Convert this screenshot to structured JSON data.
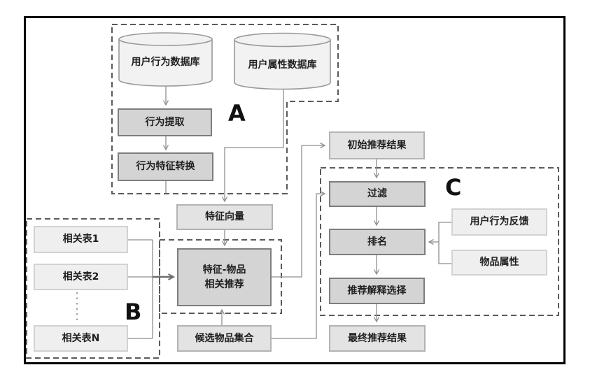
{
  "diagram": {
    "group_labels": {
      "a": "A",
      "b": "B",
      "c": "C"
    },
    "nodes": {
      "user_behavior_db": "用户行为数据库",
      "user_attribute_db": "用户属性数据库",
      "behavior_extraction": "行为提取",
      "behavior_feature_conversion": "行为特征转换",
      "feature_vector": "特征向量",
      "initial_recommendation_result": "初始推荐结果",
      "feature_item_recommendation_line1": "特征-物品",
      "feature_item_recommendation_line2": "相关推荐",
      "candidate_item_set": "候选物品集合",
      "related_table_1": "相关表1",
      "related_table_2": "相关表2",
      "related_table_n": "相关表N",
      "filter": "过滤",
      "ranking": "排名",
      "recommendation_explanation_selection": "推荐解释选择",
      "final_recommendation_result": "最终推荐结果",
      "user_behavior_feedback": "用户行为反馈",
      "item_attributes": "物品属性"
    },
    "edges": [
      "user_behavior_db -> behavior_extraction",
      "behavior_extraction -> behavior_feature_conversion",
      "behavior_feature_conversion -> feature_vector",
      "user_attribute_db -> feature_vector",
      "feature_vector -> feature_item_recommendation",
      "related_table_1 -> feature_item_recommendation",
      "related_table_2 -> feature_item_recommendation",
      "related_table_n -> feature_item_recommendation",
      "candidate_item_set -> feature_item_recommendation",
      "feature_item_recommendation -> initial_recommendation_result",
      "initial_recommendation_result -> filter",
      "candidate_item_set -> filter",
      "filter -> ranking",
      "user_behavior_feedback -> ranking",
      "item_attributes -> ranking",
      "ranking -> recommendation_explanation_selection",
      "recommendation_explanation_selection -> final_recommendation_result"
    ]
  }
}
